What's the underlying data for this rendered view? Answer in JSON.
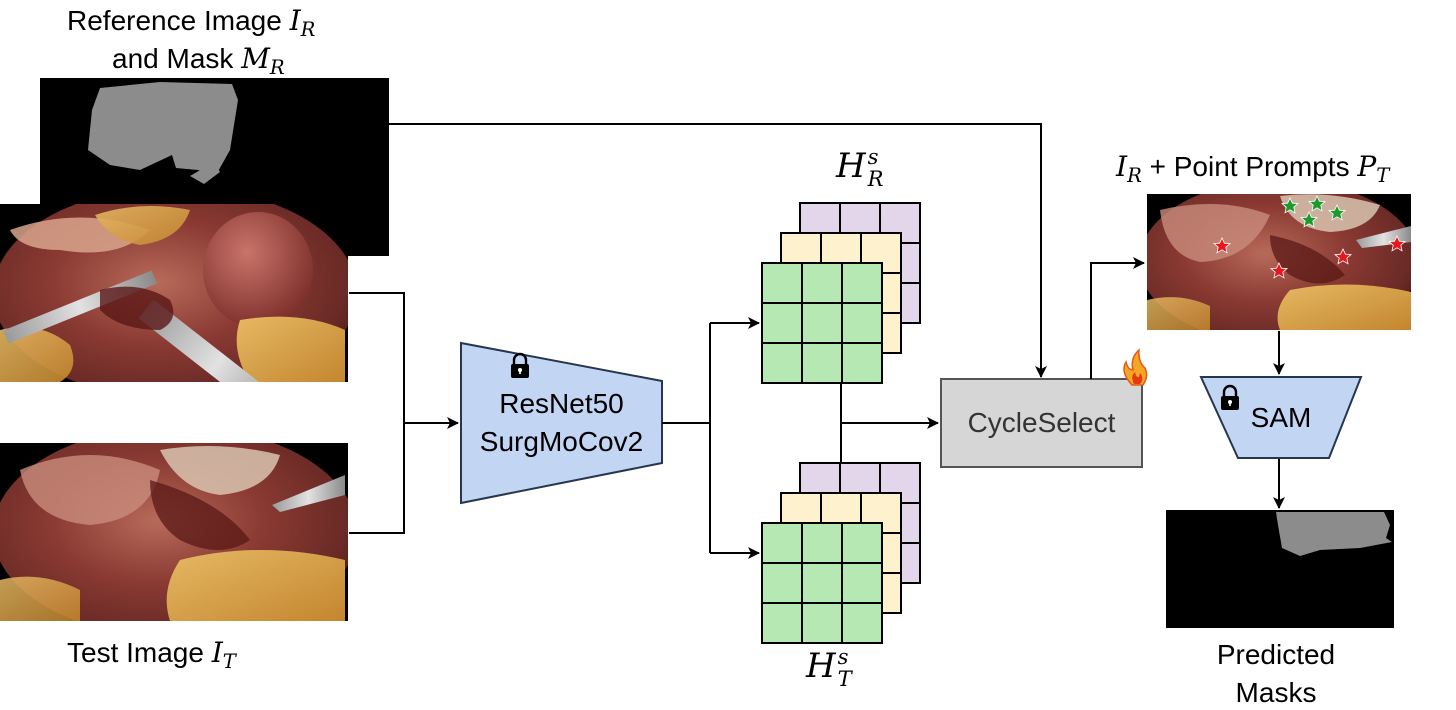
{
  "labels": {
    "reference_line1": "Reference Image",
    "reference_line2": "and Mask",
    "ref_image_symbol": "I",
    "ref_image_sub": "R",
    "ref_mask_symbol": "M",
    "ref_mask_sub": "R",
    "test_label": "Test Image",
    "test_symbol": "I",
    "test_sub": "T",
    "hr_symbol": "H",
    "hr_sup": "s",
    "hr_sub": "R",
    "ht_symbol": "H",
    "ht_sup": "s",
    "ht_sub": "T",
    "prompts_symbol": "I",
    "prompts_sub": "R",
    "prompts_text": "+ Point Prompts",
    "prompts_p_symbol": "P",
    "prompts_p_sub": "T",
    "predicted_line1": "Predicted",
    "predicted_line2": "Masks"
  },
  "blocks": {
    "encoder_line1": "ResNet50",
    "encoder_line2": "SurgMoCov2",
    "cycleselect": "CycleSelect",
    "sam": "SAM"
  },
  "icons": {
    "frozen": "lock-icon",
    "trainable": "fire-icon"
  },
  "colors": {
    "encoder_fill": "#c2d6f4",
    "encoder_stroke": "#26364f",
    "cycleselect_fill": "#d6d6d6",
    "cycleselect_stroke": "#555555",
    "feature_green": "#b5e8b3",
    "feature_yellow": "#fdf2cd",
    "feature_purple": "#e3d5ea",
    "star_green": "#1e9a2c",
    "star_red": "#e8161f",
    "mask_gray": "#8c8c8c"
  }
}
